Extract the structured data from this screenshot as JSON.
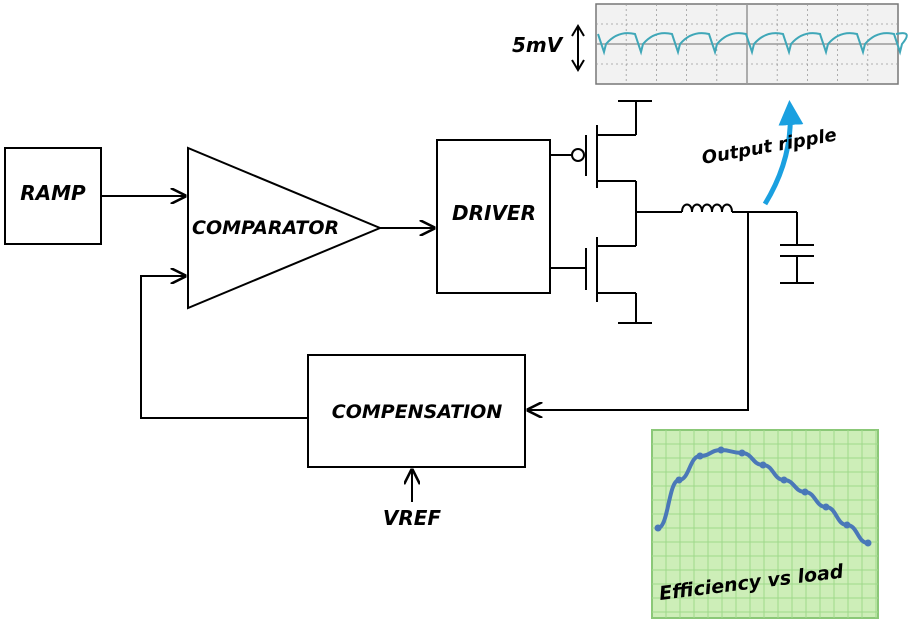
{
  "blocks": {
    "ramp": "RAMP",
    "comparator": "COMPARATOR",
    "driver": "DRIVER",
    "compensation": "COMPENSATION",
    "vref": "VREF"
  },
  "scope": {
    "amplitude_label": "5mV",
    "grid_color": "#9a9a9a",
    "trace_color": "#3fa7b8"
  },
  "annotations": {
    "output_ripple": "Output ripple",
    "arrow_color": "#1aa0e0"
  },
  "efficiency_chart": {
    "label": "Efficiency vs load",
    "background": "#cdeeb8",
    "grid_color": "#9fd98a",
    "line_color": "#4a78b8",
    "chart_data": {
      "type": "line",
      "x": [
        1,
        2,
        3,
        4,
        5,
        6,
        7,
        8,
        9,
        10,
        11
      ],
      "values": [
        0.62,
        0.78,
        0.86,
        0.88,
        0.87,
        0.83,
        0.78,
        0.74,
        0.69,
        0.63,
        0.57
      ],
      "xlabel": "",
      "ylabel": ""
    }
  }
}
